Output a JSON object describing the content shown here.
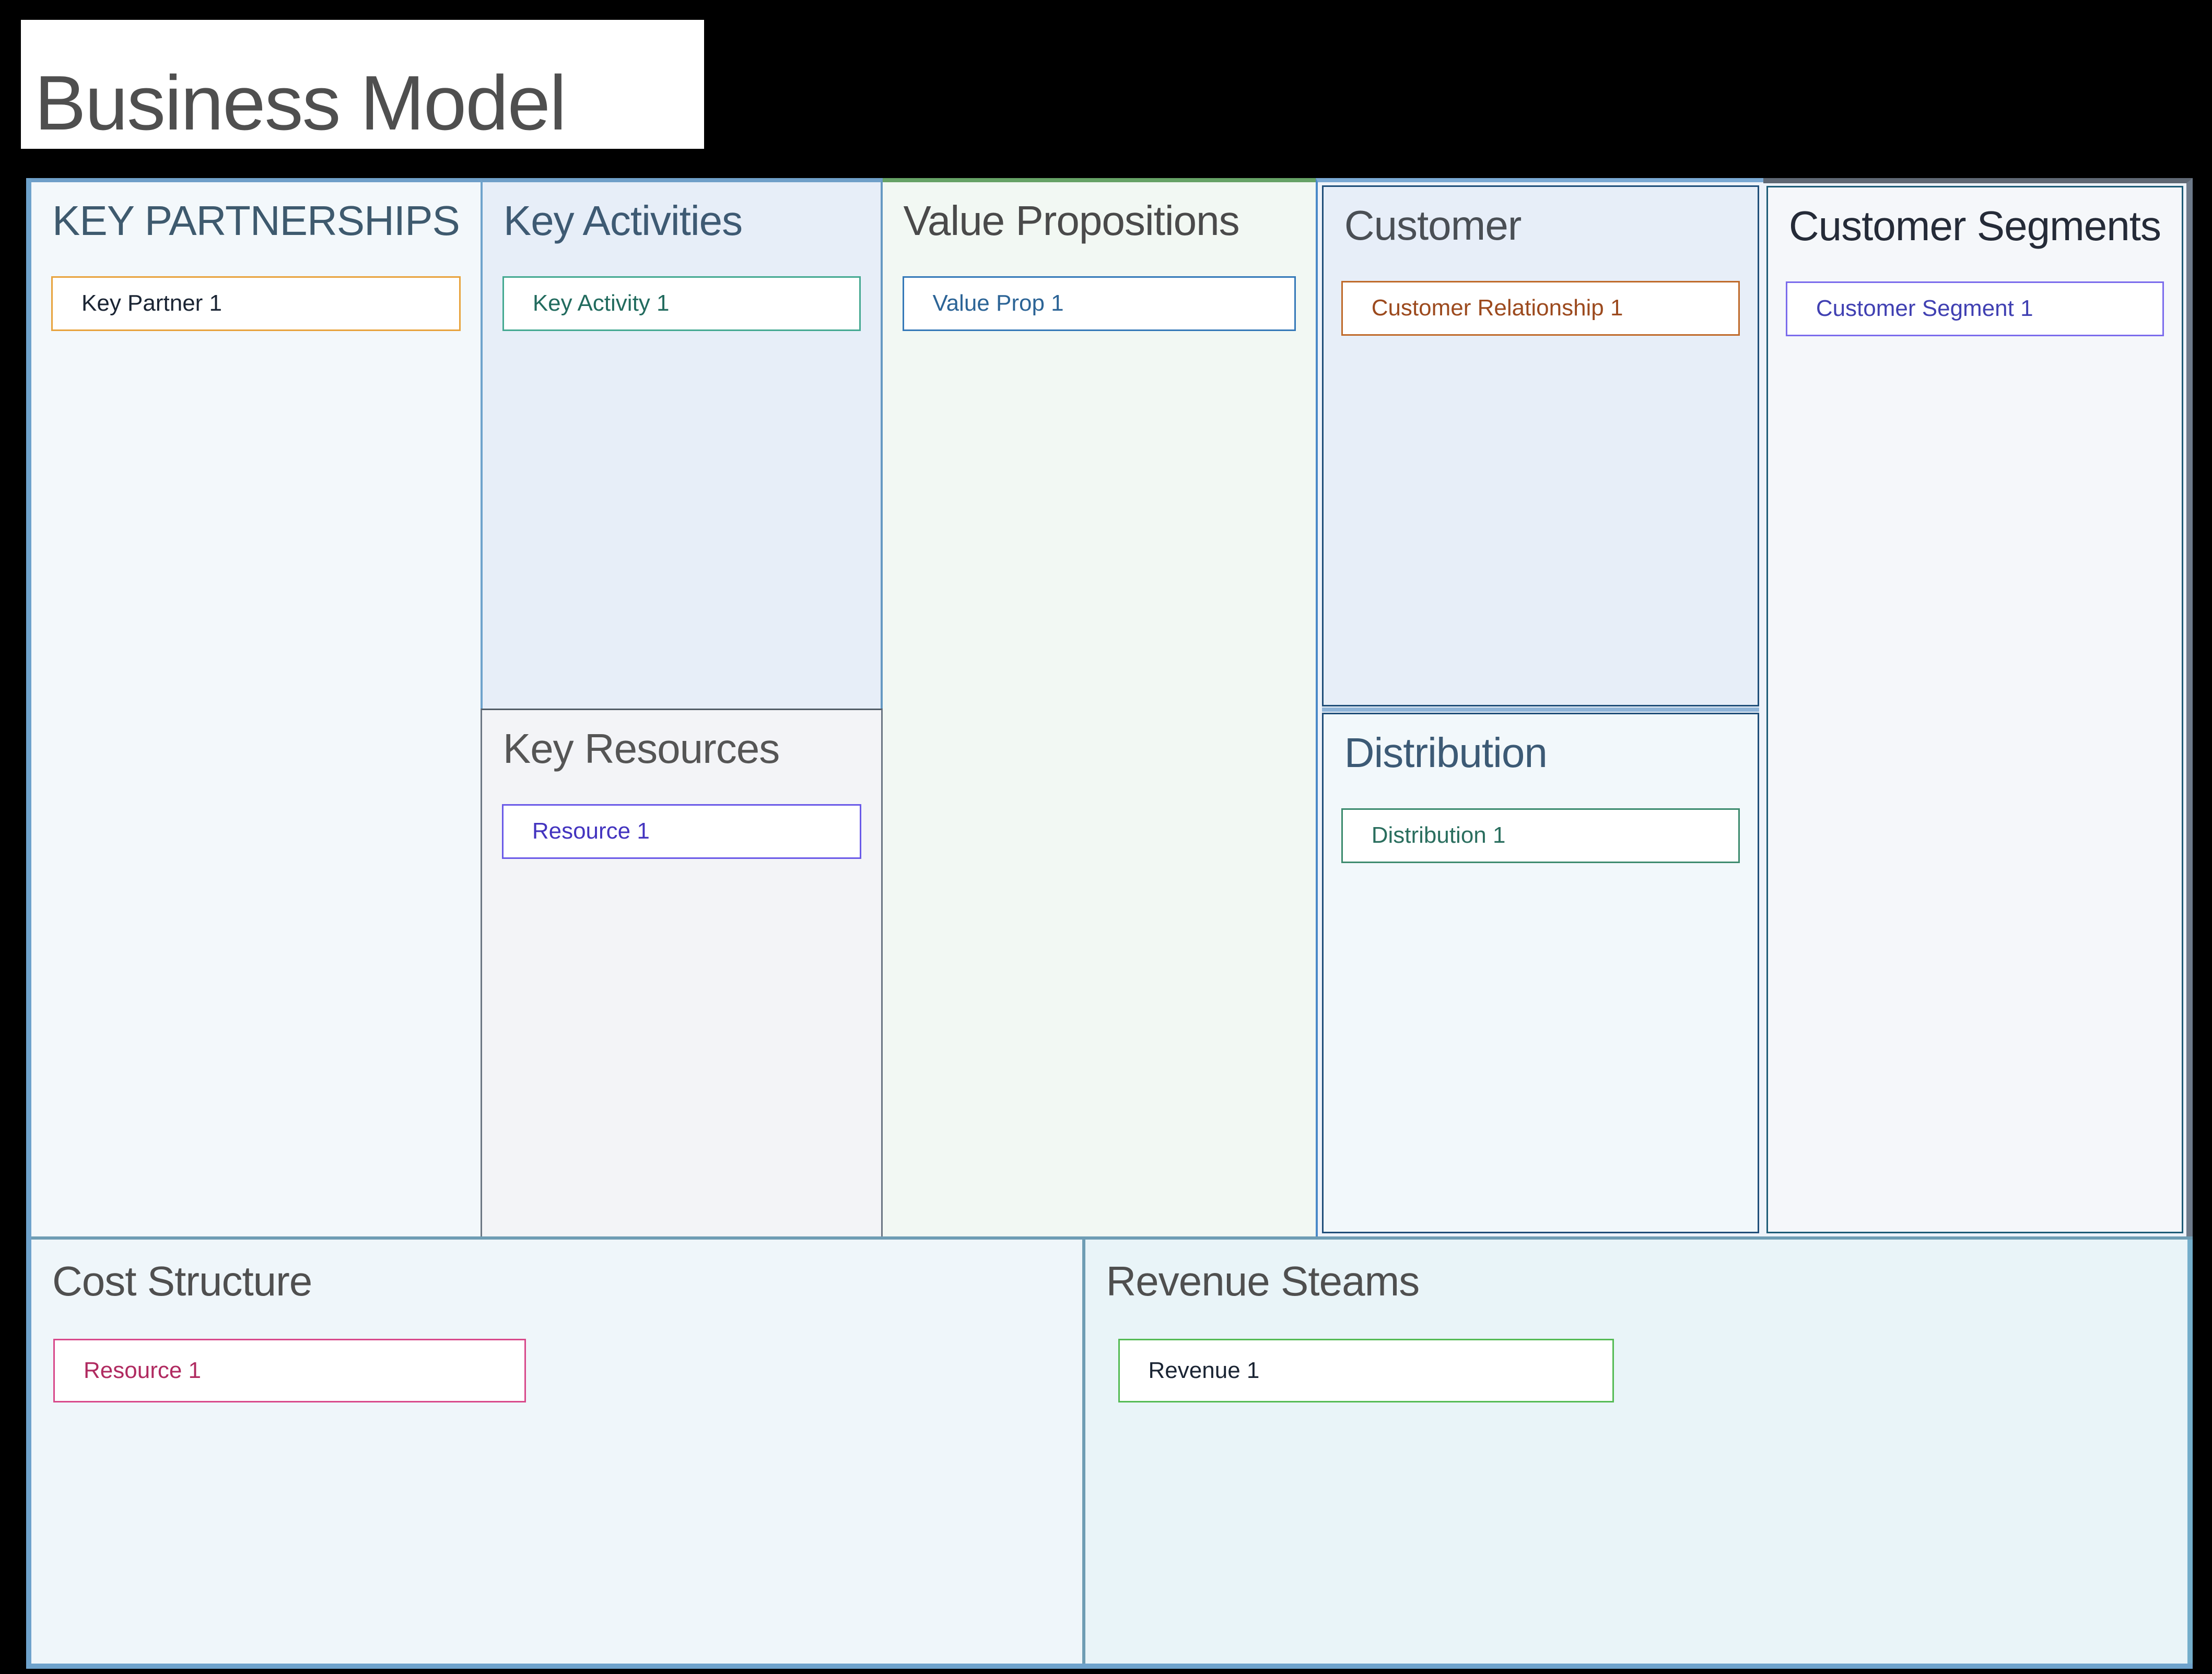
{
  "page": {
    "title": "Business Model",
    "title_color": "#4f4f4f"
  },
  "sections": {
    "key_partnerships": {
      "title": "KEY PARTNERSHIPS",
      "title_color": "#3e5a6e",
      "cards": [
        {
          "label": "Key Partner 1",
          "border_color": "#e8a33d",
          "text_color": "#1a2433"
        }
      ]
    },
    "key_activities": {
      "title": "Key Activities",
      "title_color": "#3e5a73",
      "cards": [
        {
          "label": "Key Activity 1",
          "border_color": "#45a992",
          "text_color": "#226b5e"
        }
      ]
    },
    "key_resources": {
      "title": "Key Resources",
      "title_color": "#555555",
      "cards": [
        {
          "label": "Resource 1",
          "border_color": "#6a5ae8",
          "text_color": "#4334bf"
        }
      ]
    },
    "value_propositions": {
      "title": "Value Propositions",
      "title_color": "#4a4a4a",
      "cards": [
        {
          "label": "Value Prop 1",
          "border_color": "#3579b8",
          "text_color": "#2c6496"
        }
      ]
    },
    "customer": {
      "title": "Customer",
      "title_color": "#4a4f55",
      "cards": [
        {
          "label": "Customer Relationship 1",
          "border_color": "#bf6a2a",
          "text_color": "#9c4a1e"
        }
      ]
    },
    "distribution": {
      "title": "Distribution",
      "title_color": "#3c5a75",
      "cards": [
        {
          "label": "Distribution 1",
          "border_color": "#3d8b6e",
          "text_color": "#2a6e5e"
        }
      ]
    },
    "customer_segments": {
      "title": "Customer Segments",
      "title_color": "#252b38",
      "cards": [
        {
          "label": "Customer Segment 1",
          "border_color": "#7b6cec",
          "text_color": "#4040b2"
        }
      ]
    },
    "cost_structure": {
      "title": "Cost Structure",
      "title_color": "#4f4f4f",
      "cards": [
        {
          "label": "Resource 1",
          "border_color": "#d84a8b",
          "text_color": "#b02a60"
        }
      ]
    },
    "revenue_streams": {
      "title": "Revenue Steams",
      "title_color": "#4f4f4f",
      "cards": [
        {
          "label": "Revenue 1",
          "border_color": "#55bb55",
          "text_color": "#1a2433"
        }
      ]
    }
  }
}
